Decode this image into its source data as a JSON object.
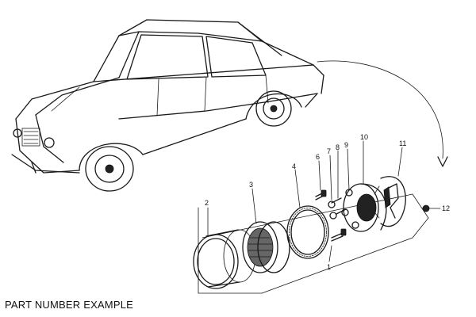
{
  "caption": "PART NUMBER EXAMPLE",
  "callouts": {
    "c1": "1",
    "c2": "2",
    "c3": "3",
    "c4": "4",
    "c5": "6",
    "c6": "7",
    "c7": "8",
    "c8": "9",
    "c9": "10",
    "c10": "11",
    "c11": "12"
  }
}
